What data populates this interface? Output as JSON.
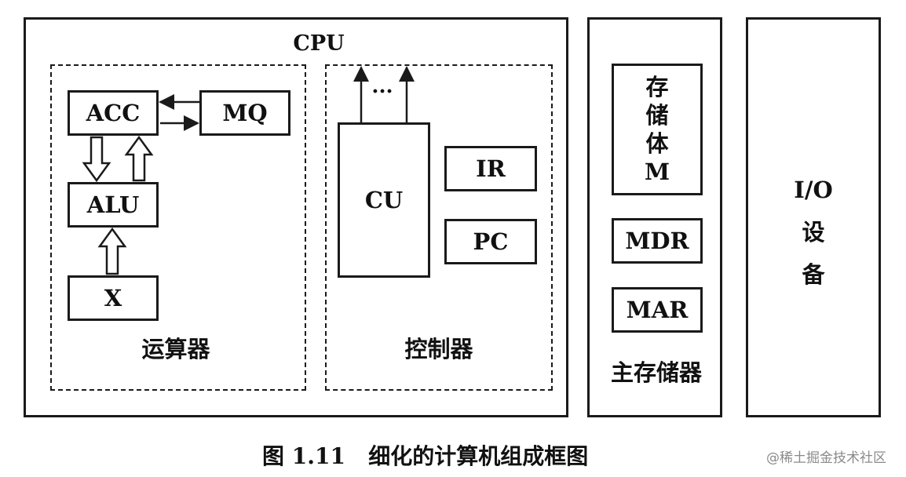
{
  "cpu": {
    "title": "CPU",
    "alu_section": {
      "label": "运算器",
      "acc": "ACC",
      "mq": "MQ",
      "alu": "ALU",
      "x": "X"
    },
    "control_section": {
      "label": "控制器",
      "cu": "CU",
      "ir": "IR",
      "pc": "PC",
      "ellipsis": "···"
    }
  },
  "memory": {
    "label": "主存储器",
    "storage_lines": [
      "存",
      "储",
      "体",
      "M"
    ],
    "mdr": "MDR",
    "mar": "MAR"
  },
  "io": {
    "lines": [
      "I/O",
      "设",
      "备"
    ]
  },
  "caption": "图 1.11   细化的计算机组成框图",
  "watermark": "@稀土掘金技术社区"
}
